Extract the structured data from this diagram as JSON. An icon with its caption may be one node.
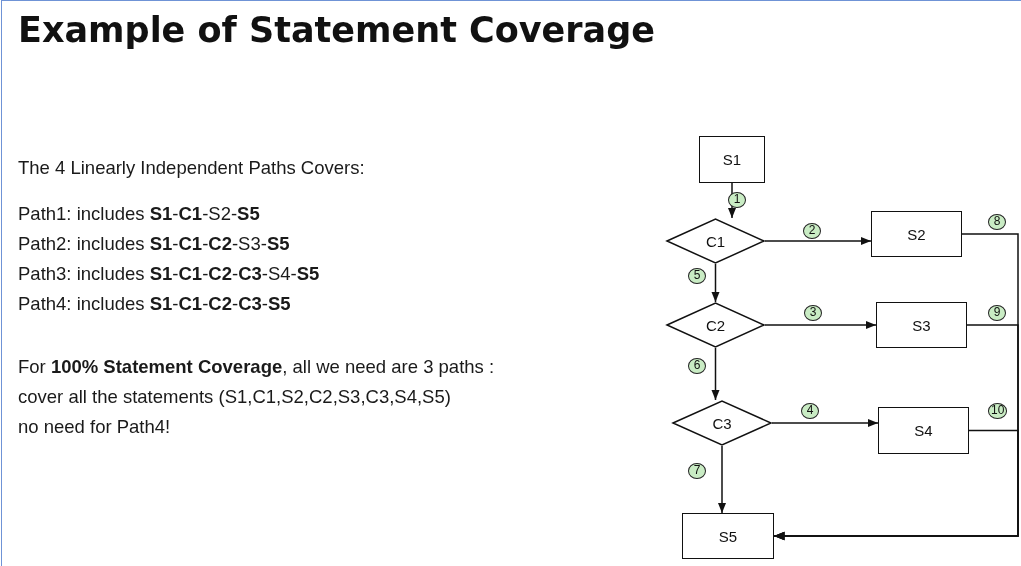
{
  "diagram": {
    "title": "Example of Statement Coverage",
    "nodes": [
      {
        "text": [
          "S1"
        ]
      },
      {
        "text": [
          "C1"
        ]
      },
      {
        "text": [
          "S2"
        ]
      },
      {
        "text": [
          "C2"
        ]
      },
      {
        "text": [
          "S3"
        ]
      },
      {
        "text": [
          "C3"
        ]
      },
      {
        "text": [
          "S4"
        ]
      },
      {
        "text": [
          "S5"
        ]
      }
    ],
    "edges": [
      {
        "from": 0,
        "to": 1,
        "arrow": "to",
        "label": "1"
      },
      {
        "from": 1,
        "to": 2,
        "arrow": "to",
        "label": "2"
      },
      {
        "from": 1,
        "to": 3,
        "arrow": "to",
        "label": "5"
      },
      {
        "from": 3,
        "to": 4,
        "arrow": "to",
        "label": "3"
      },
      {
        "from": 3,
        "to": 5,
        "arrow": "to",
        "label": "6"
      },
      {
        "from": 5,
        "to": 6,
        "arrow": "to",
        "label": "4"
      },
      {
        "from": 5,
        "to": 7,
        "arrow": "to",
        "label": "7"
      },
      {
        "from": 2,
        "to": 7,
        "arrow": "to",
        "label": "8"
      },
      {
        "from": 4,
        "to": 7,
        "arrow": "to",
        "label": "9"
      },
      {
        "from": 6,
        "to": 7,
        "arrow": "to",
        "label": "10"
      }
    ],
    "labels": [
      "The 4 Linearly Independent Paths Covers:",
      "Path1: includes **S1**-**C1**-S2-**S5**",
      "Path2: includes **S1**-**C1**-**C2**-S3-**S5**",
      "Path3: includes **S1**-**C1**-**C2**-**C3**-S4-**S5**",
      "Path4: includes **S1**-**C1**-**C2**-**C3**-**S5**",
      "For **100% Statement Coverage**, all we need are 3 paths :",
      "cover all the statements (S1,C1,S2,C2,S3,C3,S4,S5)",
      "no need for Path4!"
    ]
  }
}
